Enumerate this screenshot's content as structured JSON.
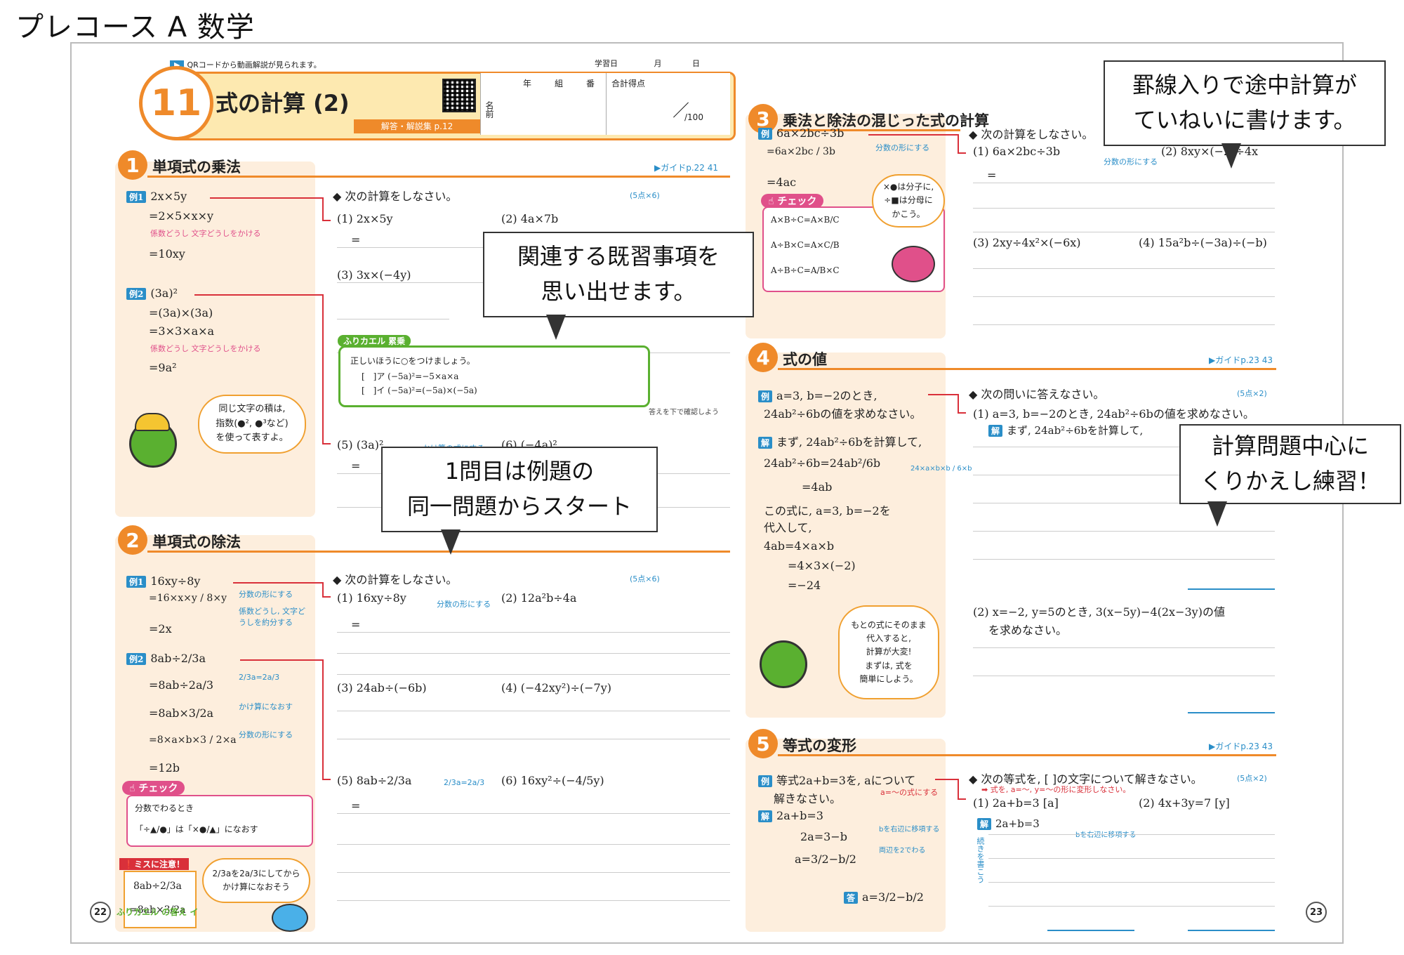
{
  "page_title": "プレコース A  数学",
  "callouts": {
    "c1": "罫線入りで途中計算が\nていねいに書けます。",
    "c2": "関連する既習事項を\n思い出せます。",
    "c3": "1問目は例題の\n同一問題からスタート",
    "c4": "計算問題中心に\nくりかえし練習！"
  },
  "header": {
    "qr_note": "QRコードから動画解説が見られます。",
    "lesson_number": "11",
    "lesson_title": "式の計算 (2)",
    "answer_ref": "解答・解説集 p.12",
    "date_label": "学習日",
    "month": "月",
    "day": "日",
    "year": "年",
    "class": "組",
    "number": "番",
    "name": "名前",
    "score_label": "合計得点",
    "score_total": "/100"
  },
  "colors": {
    "accent": "#ef8a2a",
    "blue": "#2a8ec8",
    "red": "#d9303a",
    "pink": "#e0508a",
    "green": "#5ab030",
    "peach": "#fdeedd"
  },
  "sec1": {
    "num": "1",
    "title": "単項式の乗法",
    "guide": "▶ガイドp.22 41",
    "ex1_tag": "例1",
    "ex1": [
      "2x×5y",
      "=2×5×x×y",
      "=10xy"
    ],
    "ex1_note": "係数どうし 文字どうしをかける",
    "ex2_tag": "例2",
    "ex2": [
      "(3a)²",
      "=(3a)×(3a)",
      "=3×3×a×a",
      "=9a²"
    ],
    "ex2_note": "係数どうし 文字どうしをかける",
    "bubble": "同じ文字の積は,\n指数(●², ●³など)\nを使って表すよ。",
    "instruction": "◆ 次の計算をしなさい。",
    "points": "(5点×6)",
    "q1": "(1)  2x×5y",
    "q2": "(2)  4a×7b",
    "q3": "(3)  3x×(−4y)",
    "q5": "(5)  (3a)²",
    "q6": "(6)  (−4a)²",
    "q5_note": "かけ算の式にする",
    "eq": "=",
    "furikaeru": "ふりカエル 累乗",
    "fk_line1": "正しいほうに○をつけましょう。",
    "fk_a": "[　]ア  (−5a)²=−5×a×a",
    "fk_i": "[　]イ  (−5a)²=(−5a)×(−5a)",
    "fk_note": "答えを下で確認しよう"
  },
  "sec2": {
    "num": "2",
    "title": "単項式の除法",
    "ex1_tag": "例1",
    "ex1": [
      "16xy÷8y",
      "=16×x×y / 8×y",
      "=2x"
    ],
    "ex1_note1": "分数の形にする",
    "ex1_note2": "係数どうし, 文字どうしを約分する",
    "ex2_tag": "例2",
    "ex2": [
      "8ab÷2/3a",
      "=8ab÷2a/3",
      "=8ab×3/2a",
      "=8×a×b×3 / 2×a",
      "=12b"
    ],
    "ex2_note1": "2/3a=2a/3",
    "ex2_note2": "かけ算になおす",
    "ex2_note3": "分数の形にする",
    "check": "チェック",
    "check_l1": "分数でわるとき",
    "check_l2": "「÷▲/●」は「×●/▲」になおす",
    "miss": "ミスに注意！",
    "miss_l1": "8ab÷2/3a",
    "miss_l2": "=8ab×3/2a",
    "miss_bubble": "2/3aを2a/3にしてから\nかけ算になおそう",
    "instruction": "◆ 次の計算をしなさい。",
    "points": "(5点×6)",
    "q1": "(1)  16xy÷8y",
    "q1_note": "分数の形にする",
    "q2": "(2)  12a²b÷4a",
    "q3": "(3)  24ab÷(−6b)",
    "q4": "(4)  (−42xy²)÷(−7y)",
    "q5": "(5)  8ab÷2/3a",
    "q5_note": "2/3a=2a/3",
    "q6": "(6)  16xy²÷(−4/5y)",
    "eq": "="
  },
  "footer_left": {
    "page": "22",
    "answer": "ふりカエル の答え  イ"
  },
  "sec3": {
    "num": "3",
    "title": "乗法と除法の混じった式の計算",
    "ex_tag": "例",
    "ex": [
      "6a×2bc÷3b",
      "=6a×2bc / 3b",
      "=4ac"
    ],
    "ex_note": "分数の形にする",
    "check": "チェック",
    "c1": "A×B÷C=A×B/C",
    "c2": "A÷B×C=A×C/B",
    "c3": "A÷B÷C=A/B×C",
    "bubble": "×●は分子に,\n÷■は分母に\nかこう。",
    "instruction": "◆ 次の計算をしなさい。",
    "q1": "(1)  6a×2bc÷3b",
    "q1_note": "分数の形にする",
    "q2": "(2)  8xy×(−2)÷4x",
    "q3": "(3)  2xy÷4x²×(−6x)",
    "q4": "(4)  15a²b÷(−3a)÷(−b)",
    "eq": "="
  },
  "sec4": {
    "num": "4",
    "title": "式の値",
    "guide": "▶ガイドp.23 43",
    "ex_tag": "例",
    "ex_l1": "a=3, b=−2のとき,",
    "ex_l2": "24ab²÷6bの値を求めなさい。",
    "sol_tag": "解",
    "sol": [
      "まず, 24ab²÷6bを計算して,",
      "24ab²÷6b=24ab²/6b",
      "=4ab",
      "この式に, a=3, b=−2を",
      "代入して,",
      "4ab=4×a×b",
      "=4×3×(−2)",
      "=−24"
    ],
    "sol_note": "24×a×b×b / 6×b",
    "bubble": "もとの式にそのまま\n代入すると,\n計算が大変!\nまずは, 式を\n簡単にしよう。",
    "instruction": "◆ 次の問いに答えなさい。",
    "points": "(5点×2)",
    "q1": "(1)  a=3, b=−2のとき, 24ab²÷6bの値を求めなさい。",
    "q1_hint": "まず, 24ab²÷6bを計算して,",
    "q2a": "(2)  x=−2, y=5のとき, 3(x−5y)−4(2x−3y)の値",
    "q2b": "を求めなさい。"
  },
  "sec5": {
    "num": "5",
    "title": "等式の変形",
    "guide": "▶ガイドp.23 43",
    "ex_tag": "例",
    "ex_l1": "等式2a+b=3を, aについて",
    "ex_l2": "解きなさい。",
    "ex_note": "a=〜の式にする",
    "sol_tag": "解",
    "sol": [
      "2a+b=3",
      "2a=3−b",
      "a=3/2−b/2"
    ],
    "sol_note1": "bを右辺に移項する",
    "sol_note2": "両辺を2でわる",
    "ans_tag": "答",
    "ans": "a=3/2−b/2",
    "instruction": "◆ 次の等式を, [ ]の文字について解きなさい。",
    "hint": "➡ 式を, a=〜, y=〜の形に変形しなさい。",
    "points": "(5点×2)",
    "q1": "(1)  2a+b=3 [a]",
    "q2": "(2)  4x+3y=7 [y]",
    "q1_sol_tag": "解",
    "q1_sol": "2a+b=3",
    "q1_note": "bを右辺に移項する",
    "continue": "続きを書こう"
  },
  "footer_right": {
    "page": "23"
  }
}
